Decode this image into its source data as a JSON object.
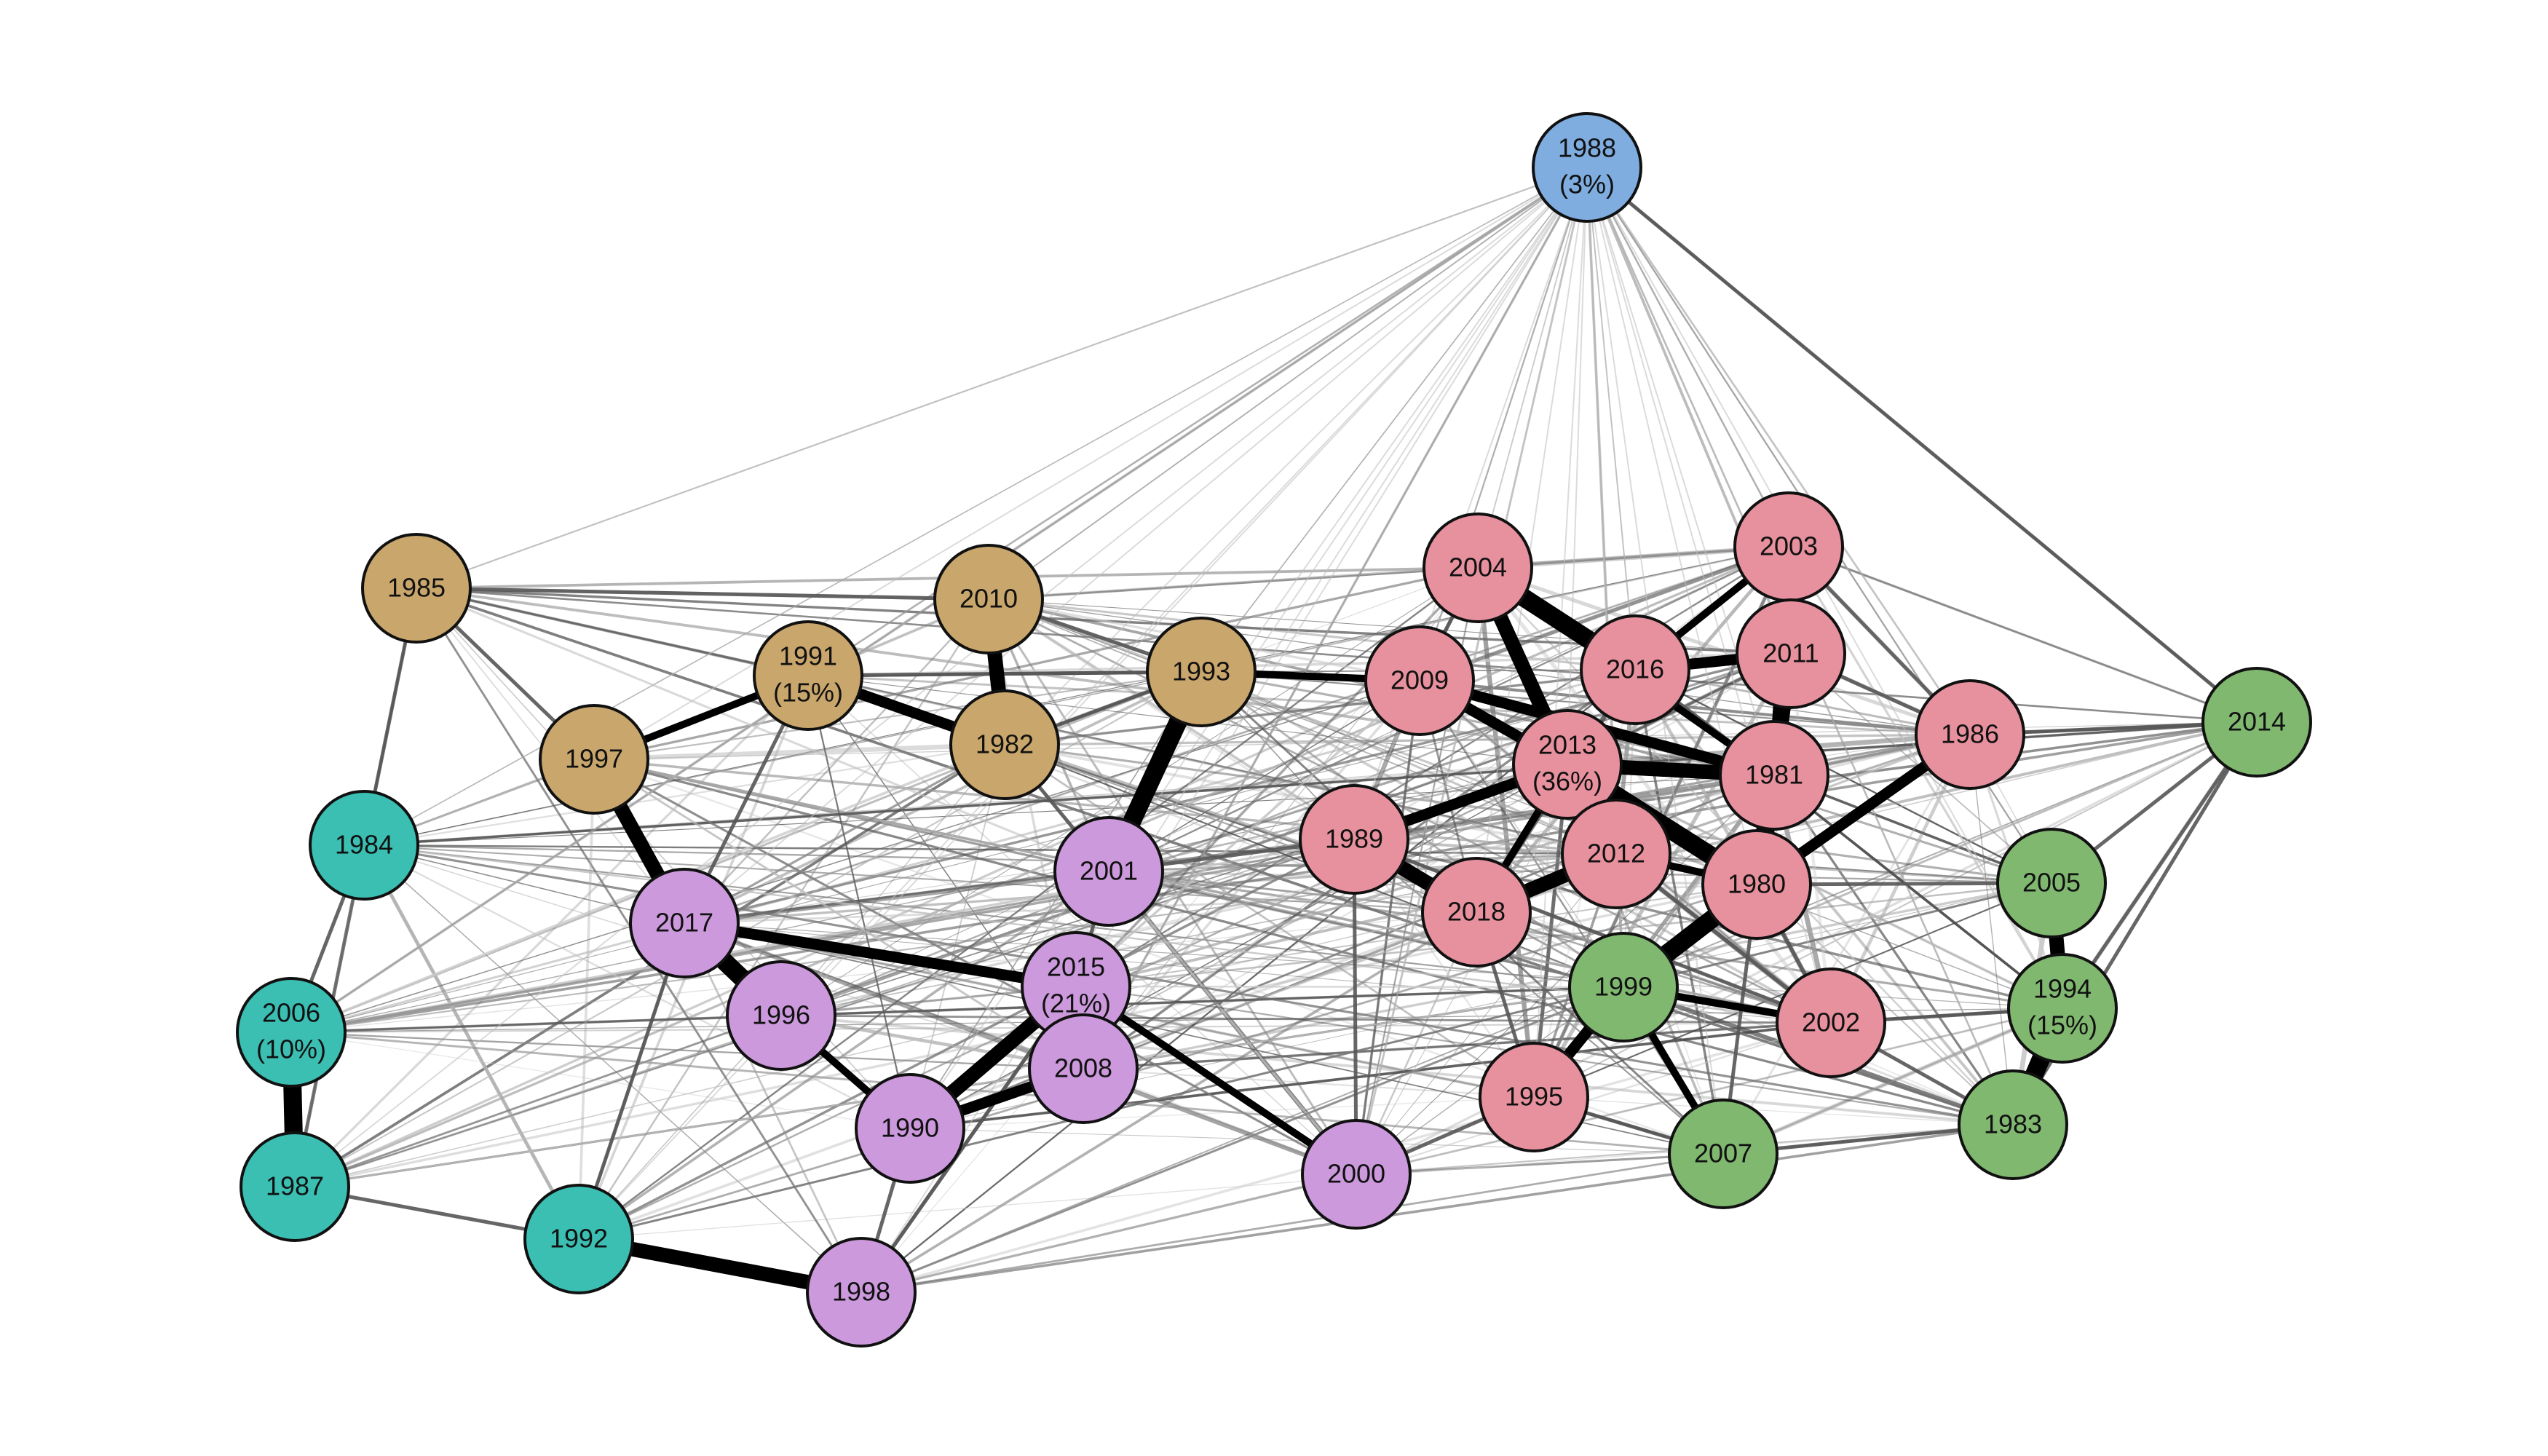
{
  "communities": {
    "blue": {
      "color": "#7FADE0"
    },
    "tan": {
      "color": "#C9A66B"
    },
    "teal": {
      "color": "#3BBFB3"
    },
    "purple": {
      "color": "#CC99DD"
    },
    "pink": {
      "color": "#E8919E"
    },
    "green": {
      "color": "#80B870"
    }
  },
  "nodes": [
    {
      "id": "1988",
      "label": "1988",
      "sublabel": "(3%)",
      "community": "blue"
    },
    {
      "id": "1985",
      "label": "1985",
      "sublabel": "",
      "community": "tan"
    },
    {
      "id": "2010",
      "label": "2010",
      "sublabel": "",
      "community": "tan"
    },
    {
      "id": "1991",
      "label": "1991",
      "sublabel": "(15%)",
      "community": "tan"
    },
    {
      "id": "1993",
      "label": "1993",
      "sublabel": "",
      "community": "tan"
    },
    {
      "id": "1997",
      "label": "1997",
      "sublabel": "",
      "community": "tan"
    },
    {
      "id": "1982",
      "label": "1982",
      "sublabel": "",
      "community": "tan"
    },
    {
      "id": "1984",
      "label": "1984",
      "sublabel": "",
      "community": "teal"
    },
    {
      "id": "2006",
      "label": "2006",
      "sublabel": "(10%)",
      "community": "teal"
    },
    {
      "id": "1987",
      "label": "1987",
      "sublabel": "",
      "community": "teal"
    },
    {
      "id": "1992",
      "label": "1992",
      "sublabel": "",
      "community": "teal"
    },
    {
      "id": "2001",
      "label": "2001",
      "sublabel": "",
      "community": "purple"
    },
    {
      "id": "2017",
      "label": "2017",
      "sublabel": "",
      "community": "purple"
    },
    {
      "id": "1996",
      "label": "1996",
      "sublabel": "",
      "community": "purple"
    },
    {
      "id": "2015",
      "label": "2015",
      "sublabel": "(21%)",
      "community": "purple"
    },
    {
      "id": "2008",
      "label": "2008",
      "sublabel": "",
      "community": "purple"
    },
    {
      "id": "1990",
      "label": "1990",
      "sublabel": "",
      "community": "purple"
    },
    {
      "id": "2000",
      "label": "2000",
      "sublabel": "",
      "community": "purple"
    },
    {
      "id": "1998",
      "label": "1998",
      "sublabel": "",
      "community": "purple"
    },
    {
      "id": "2004",
      "label": "2004",
      "sublabel": "",
      "community": "pink"
    },
    {
      "id": "2003",
      "label": "2003",
      "sublabel": "",
      "community": "pink"
    },
    {
      "id": "2009",
      "label": "2009",
      "sublabel": "",
      "community": "pink"
    },
    {
      "id": "2016",
      "label": "2016",
      "sublabel": "",
      "community": "pink"
    },
    {
      "id": "2011",
      "label": "2011",
      "sublabel": "",
      "community": "pink"
    },
    {
      "id": "1986",
      "label": "1986",
      "sublabel": "",
      "community": "pink"
    },
    {
      "id": "2013",
      "label": "2013",
      "sublabel": "(36%)",
      "community": "pink"
    },
    {
      "id": "1981",
      "label": "1981",
      "sublabel": "",
      "community": "pink"
    },
    {
      "id": "1989",
      "label": "1989",
      "sublabel": "",
      "community": "pink"
    },
    {
      "id": "2012",
      "label": "2012",
      "sublabel": "",
      "community": "pink"
    },
    {
      "id": "1980",
      "label": "1980",
      "sublabel": "",
      "community": "pink"
    },
    {
      "id": "2018",
      "label": "2018",
      "sublabel": "",
      "community": "pink"
    },
    {
      "id": "2002",
      "label": "2002",
      "sublabel": "",
      "community": "pink"
    },
    {
      "id": "1995",
      "label": "1995",
      "sublabel": "",
      "community": "pink"
    },
    {
      "id": "2014",
      "label": "2014",
      "sublabel": "",
      "community": "green"
    },
    {
      "id": "2005",
      "label": "2005",
      "sublabel": "",
      "community": "green"
    },
    {
      "id": "1999",
      "label": "1999",
      "sublabel": "",
      "community": "green"
    },
    {
      "id": "1994",
      "label": "1994",
      "sublabel": "(15%)",
      "community": "green"
    },
    {
      "id": "1983",
      "label": "1983",
      "sublabel": "",
      "community": "green"
    },
    {
      "id": "2007",
      "label": "2007",
      "sublabel": "",
      "community": "green"
    }
  ],
  "strong_edges": [
    [
      "1997",
      "1991"
    ],
    [
      "1991",
      "1982"
    ],
    [
      "1997",
      "2017"
    ],
    [
      "2017",
      "1996"
    ],
    [
      "1996",
      "1990"
    ],
    [
      "1990",
      "2008"
    ],
    [
      "1990",
      "2015"
    ],
    [
      "2015",
      "2008"
    ],
    [
      "2015",
      "2000"
    ],
    [
      "2017",
      "2015"
    ],
    [
      "1992",
      "1998"
    ],
    [
      "2006",
      "1987"
    ],
    [
      "1993",
      "2009"
    ],
    [
      "2009",
      "2013"
    ],
    [
      "2004",
      "2013"
    ],
    [
      "2004",
      "2016"
    ],
    [
      "2003",
      "2016"
    ],
    [
      "2003",
      "1981"
    ],
    [
      "2013",
      "1981"
    ],
    [
      "2013",
      "2012"
    ],
    [
      "2012",
      "1980"
    ],
    [
      "2016",
      "2011"
    ],
    [
      "2011",
      "1981"
    ],
    [
      "1981",
      "1980"
    ],
    [
      "2013",
      "2018"
    ],
    [
      "1989",
      "2013"
    ],
    [
      "1989",
      "2018"
    ],
    [
      "1999",
      "1980"
    ],
    [
      "1999",
      "2007"
    ],
    [
      "1995",
      "1999"
    ],
    [
      "2005",
      "1994"
    ],
    [
      "1994",
      "1983"
    ],
    [
      "2002",
      "1999"
    ],
    [
      "1986",
      "1980"
    ],
    [
      "2010",
      "1982"
    ],
    [
      "1993",
      "2001"
    ],
    [
      "2004",
      "1981"
    ],
    [
      "2009",
      "1981"
    ],
    [
      "2018",
      "2012"
    ],
    [
      "2013",
      "1980"
    ]
  ],
  "medium_edges": [
    [
      "1988",
      "2014"
    ],
    [
      "1985",
      "1997"
    ],
    [
      "1985",
      "2010"
    ],
    [
      "1985",
      "1984"
    ],
    [
      "1984",
      "2006"
    ],
    [
      "1987",
      "1992"
    ],
    [
      "1992",
      "2017"
    ],
    [
      "1998",
      "2015"
    ],
    [
      "1998",
      "1990"
    ],
    [
      "2001",
      "1989"
    ],
    [
      "2000",
      "1995"
    ],
    [
      "2000",
      "1989"
    ],
    [
      "2014",
      "2005"
    ],
    [
      "2014",
      "1994"
    ],
    [
      "2014",
      "1983"
    ],
    [
      "1986",
      "2014"
    ],
    [
      "2007",
      "1983"
    ],
    [
      "2002",
      "1983"
    ],
    [
      "1993",
      "1982"
    ],
    [
      "2010",
      "1993"
    ],
    [
      "1991",
      "1993"
    ],
    [
      "1991",
      "2017"
    ],
    [
      "1982",
      "2001"
    ],
    [
      "2001",
      "2015"
    ],
    [
      "1995",
      "2007"
    ],
    [
      "2003",
      "1986"
    ],
    [
      "2011",
      "1986"
    ],
    [
      "2012",
      "2002"
    ],
    [
      "1980",
      "2002"
    ],
    [
      "2018",
      "1995"
    ],
    [
      "1989",
      "2002"
    ],
    [
      "2005",
      "1980"
    ],
    [
      "1994",
      "2002"
    ],
    [
      "2007",
      "1980"
    ],
    [
      "2009",
      "2004"
    ],
    [
      "2016",
      "1981"
    ]
  ],
  "random_edge_seed": 7,
  "random_edge_count": 520
}
